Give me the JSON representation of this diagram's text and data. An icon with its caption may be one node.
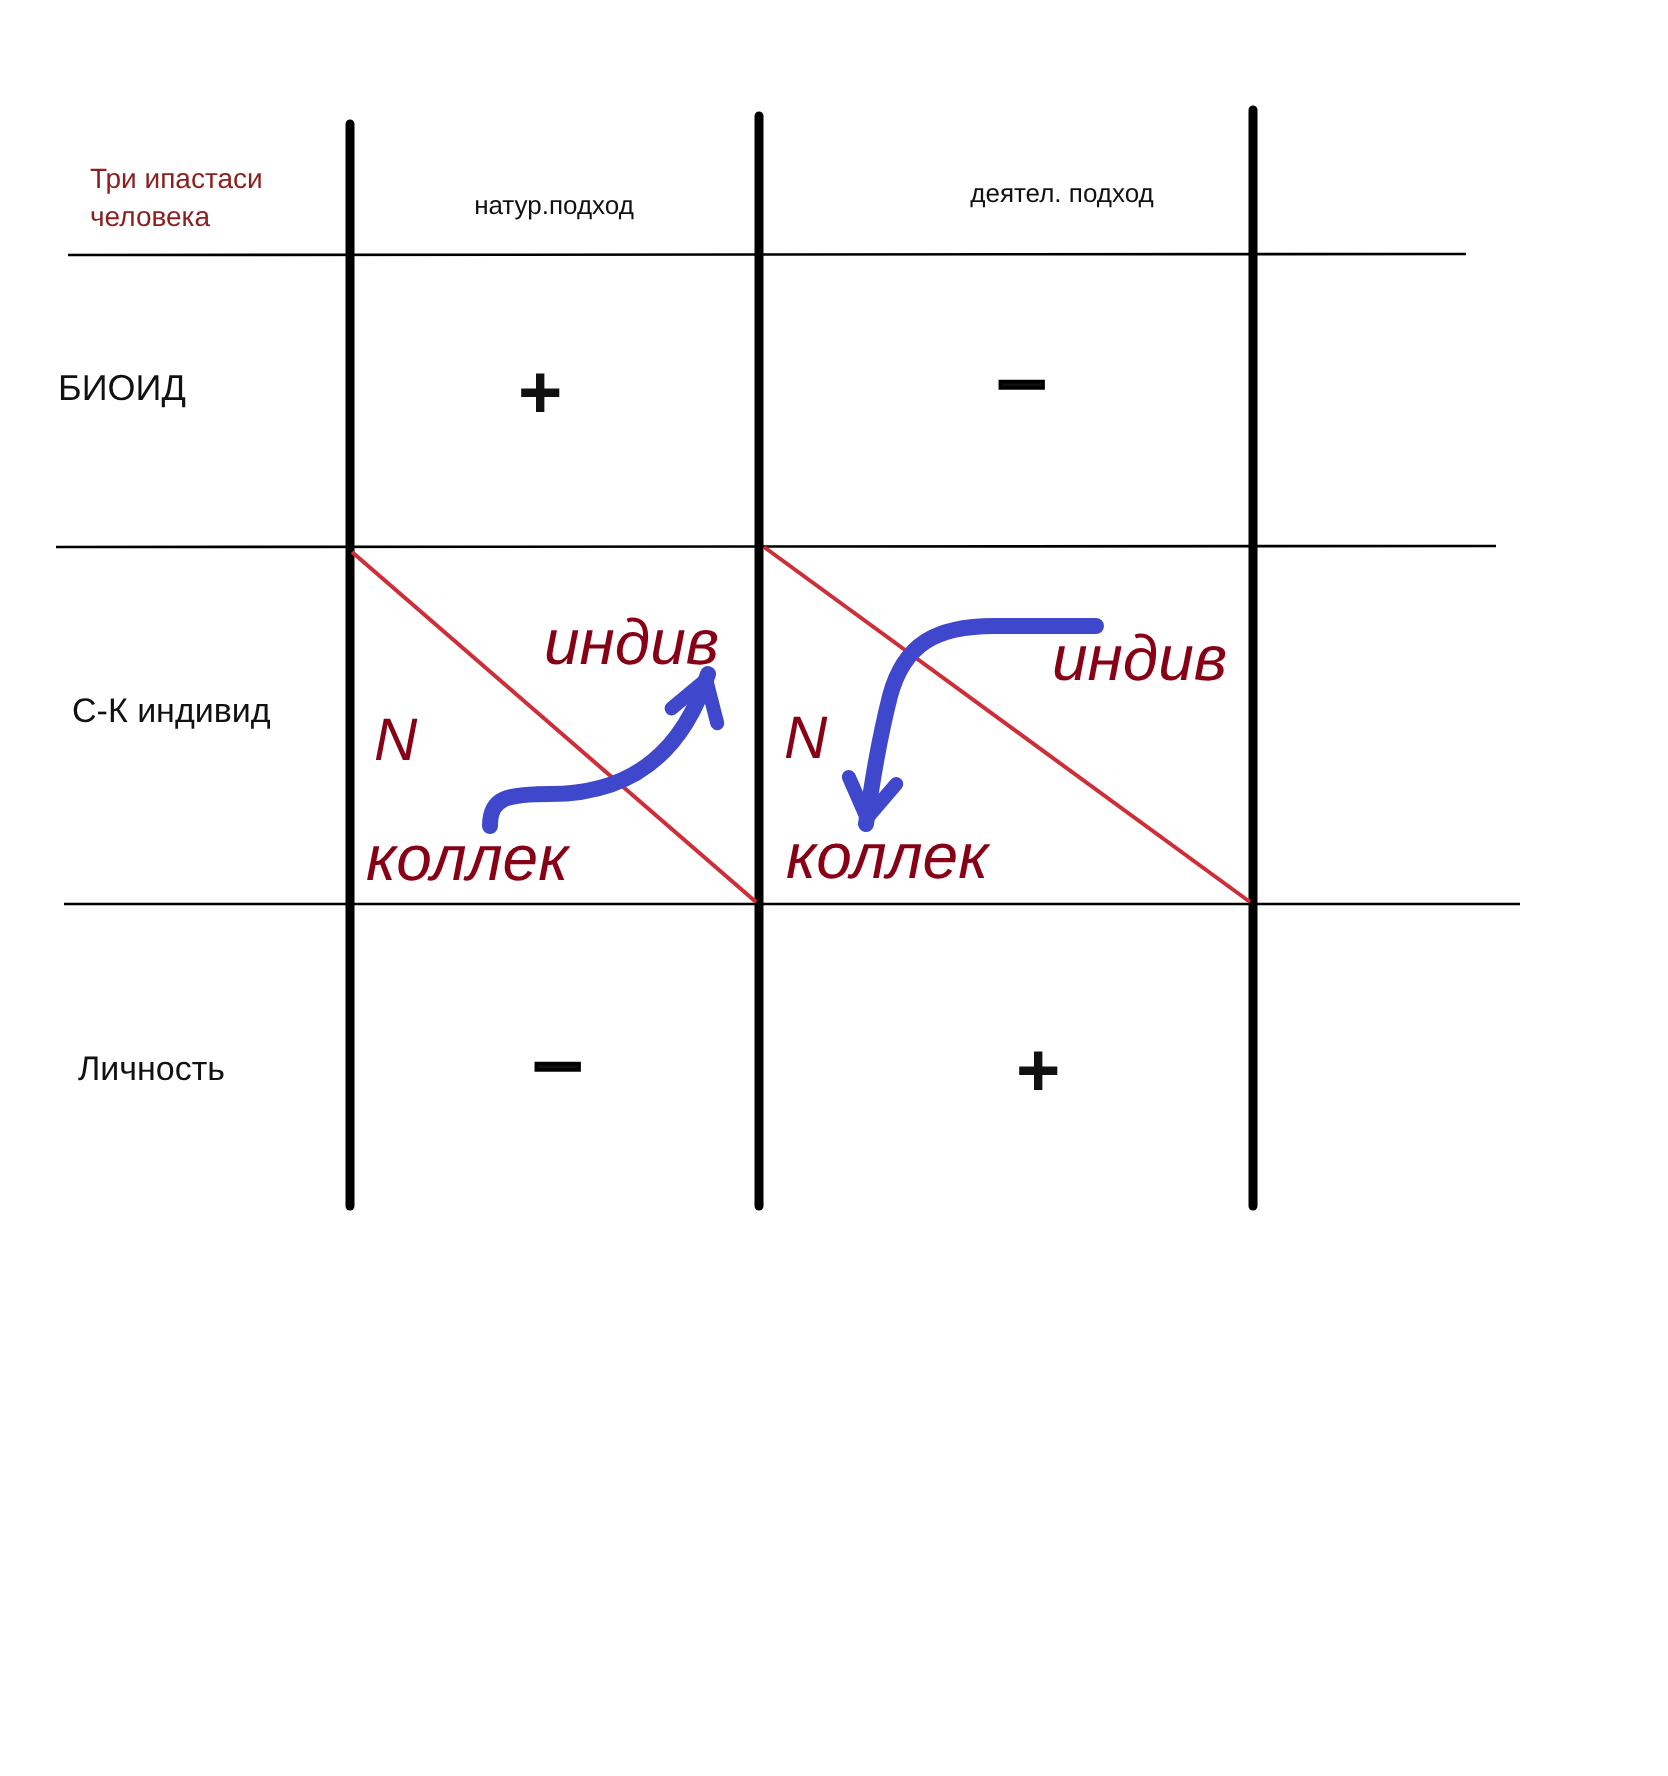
{
  "diagram": {
    "nodes": [
      {
        "text": [
          "индив"
        ]
      },
      {
        "text": [
          "коллек"
        ]
      },
      {
        "text": [
          "индив"
        ]
      },
      {
        "text": [
          "коллек"
        ]
      }
    ],
    "edges": [
      {
        "from": 1,
        "to": 0,
        "arrow": "to"
      },
      {
        "from": 2,
        "to": 3,
        "arrow": "to"
      }
    ],
    "labels": [
      "Три ипастаси человека",
      "натур.подход",
      "деятел. подход",
      "БИОИД",
      "+",
      "−",
      "С-К индивид",
      "N",
      "N",
      "Личность",
      "−",
      "+"
    ]
  }
}
